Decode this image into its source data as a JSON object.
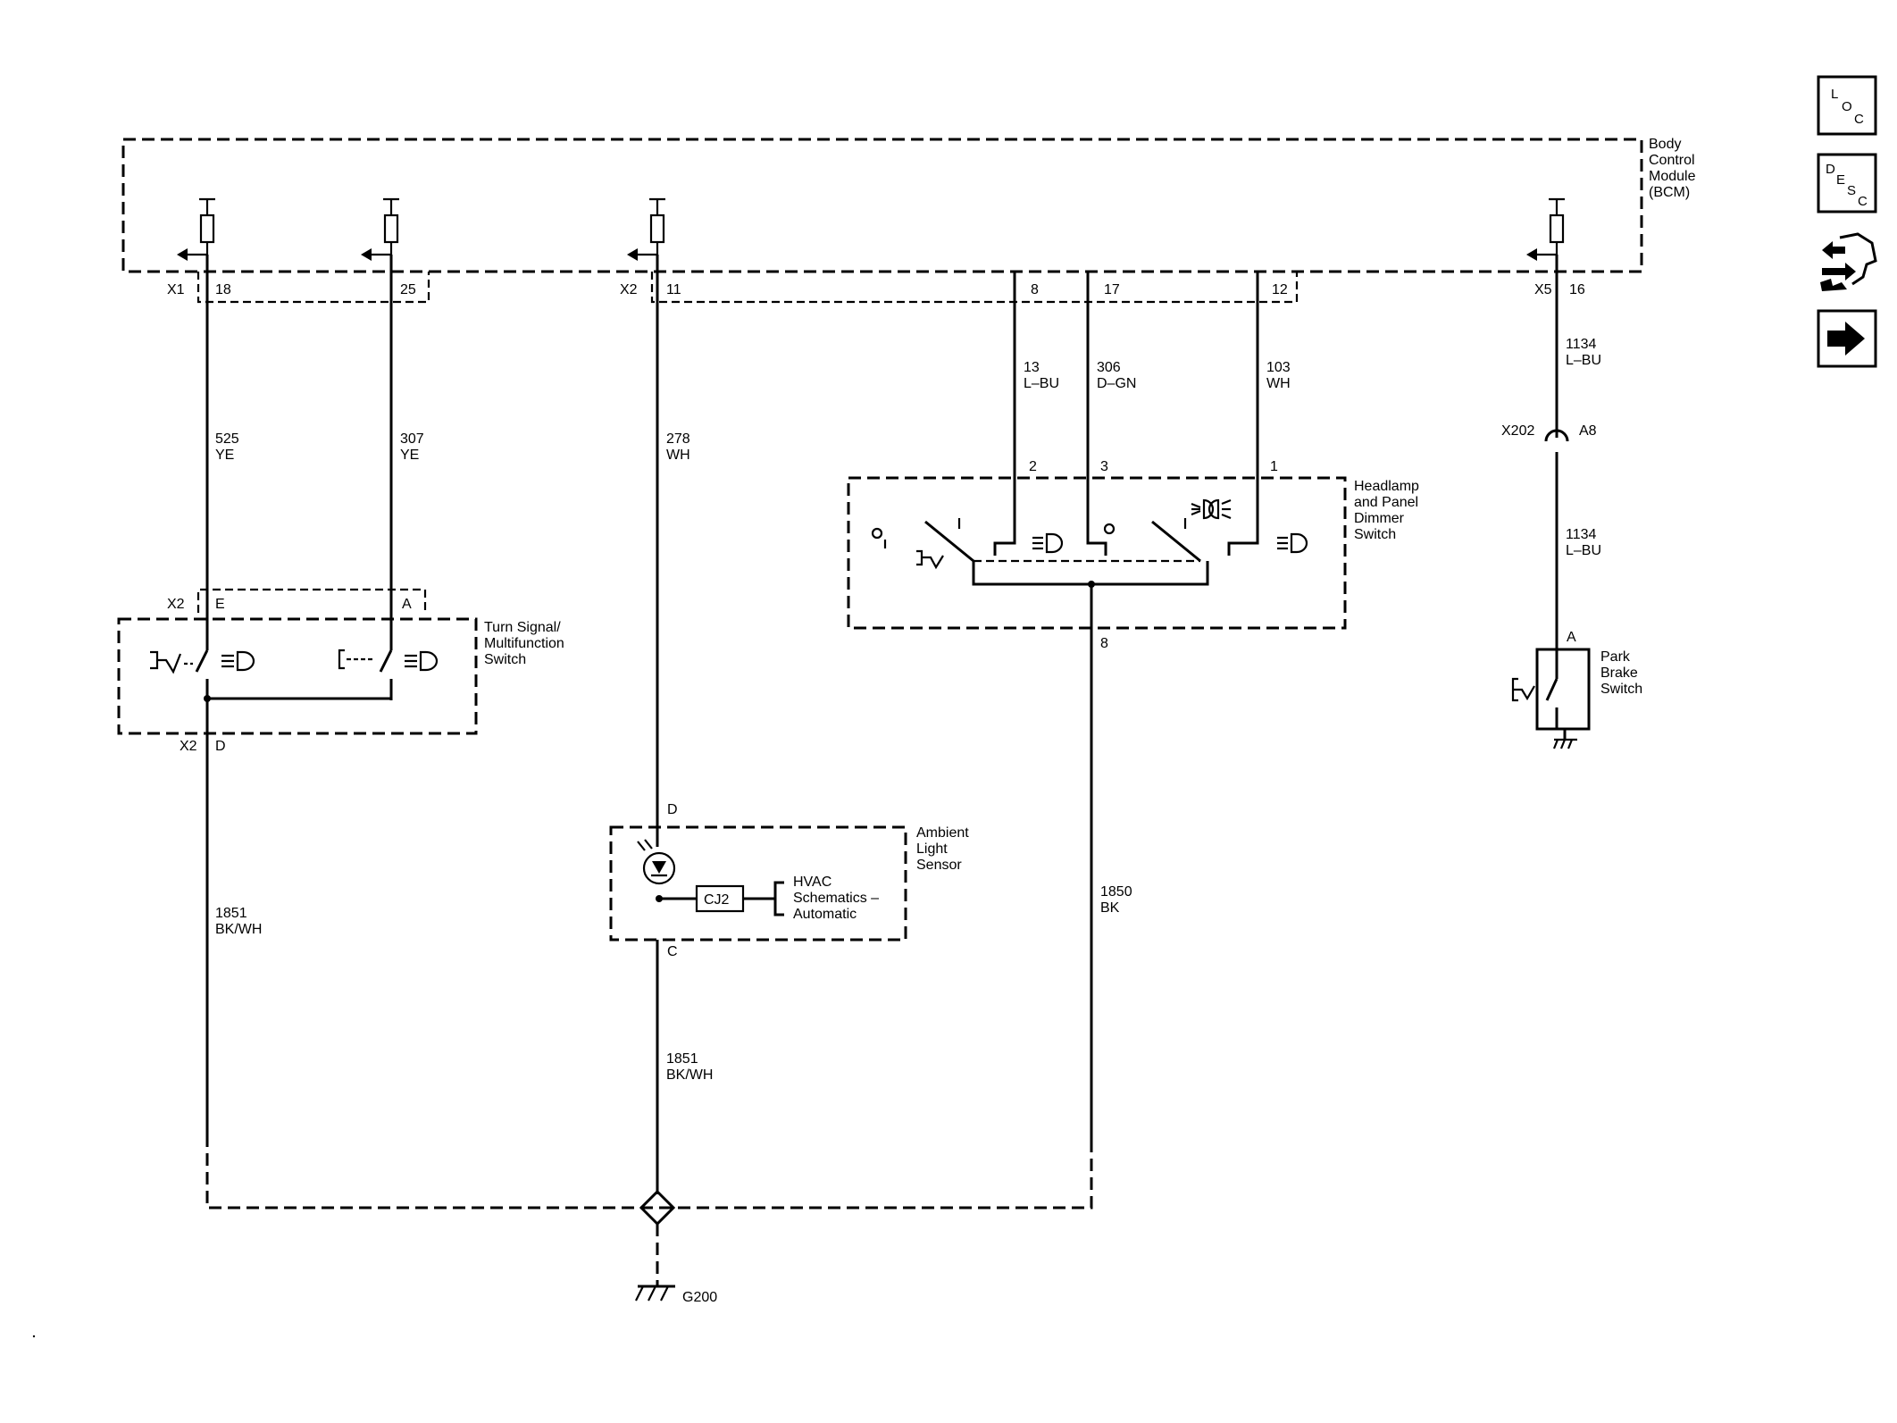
{
  "bcm": {
    "name_lines": [
      "Body",
      "Control",
      "Module",
      "(BCM)"
    ]
  },
  "connectors": {
    "x1": "X1",
    "x2": "X2",
    "x5": "X5",
    "pin_18": "18",
    "pin_25": "25",
    "pin_11": "11",
    "pin_8": "8",
    "pin_17": "17",
    "pin_12": "12",
    "pin_16": "16"
  },
  "wires": {
    "w525": {
      "circuit": "525",
      "color": "YE"
    },
    "w307": {
      "circuit": "307",
      "color": "YE"
    },
    "w278": {
      "circuit": "278",
      "color": "WH"
    },
    "w13": {
      "circuit": "13",
      "color": "L–BU"
    },
    "w306": {
      "circuit": "306",
      "color": "D–GN"
    },
    "w103": {
      "circuit": "103",
      "color": "WH"
    },
    "w1134a": {
      "circuit": "1134",
      "color": "L–BU"
    },
    "w1134b": {
      "circuit": "1134",
      "color": "L–BU"
    },
    "w1851a": {
      "circuit": "1851",
      "color": "BK/WH"
    },
    "w1851b": {
      "circuit": "1851",
      "color": "BK/WH"
    },
    "w1850": {
      "circuit": "1850",
      "color": "BK"
    }
  },
  "turn_signal": {
    "name_lines": [
      "Turn Signal/",
      "Multifunction",
      "Switch"
    ],
    "conn_top": "X2",
    "pin_e": "E",
    "pin_a": "A",
    "conn_bottom": "X2",
    "pin_d": "D"
  },
  "headlamp": {
    "name_lines": [
      "Headlamp",
      "and Panel",
      "Dimmer",
      "Switch"
    ],
    "pin_2": "2",
    "pin_3": "3",
    "pin_1": "1",
    "pin_8": "8"
  },
  "ambient": {
    "name_lines": [
      "Ambient",
      "Light",
      "Sensor"
    ],
    "pin_d": "D",
    "pin_c": "C",
    "cj2": "CJ2",
    "ref_lines": [
      "HVAC",
      "Schematics –",
      "Automatic"
    ]
  },
  "park_brake": {
    "name_lines": [
      "Park",
      "Brake",
      "Switch"
    ],
    "inline_conn": "X202",
    "inline_pin": "A8",
    "pin_a": "A"
  },
  "ground": {
    "label": "G200"
  },
  "nav": {
    "loc": {
      "l1": "L",
      "l2": "O",
      "l3": "C"
    },
    "desc": {
      "l1": "D",
      "l2": "E",
      "l3": "S",
      "l4": "C"
    },
    "icons": [
      "connector-end-view-icon",
      "next-page-arrow-icon"
    ]
  }
}
